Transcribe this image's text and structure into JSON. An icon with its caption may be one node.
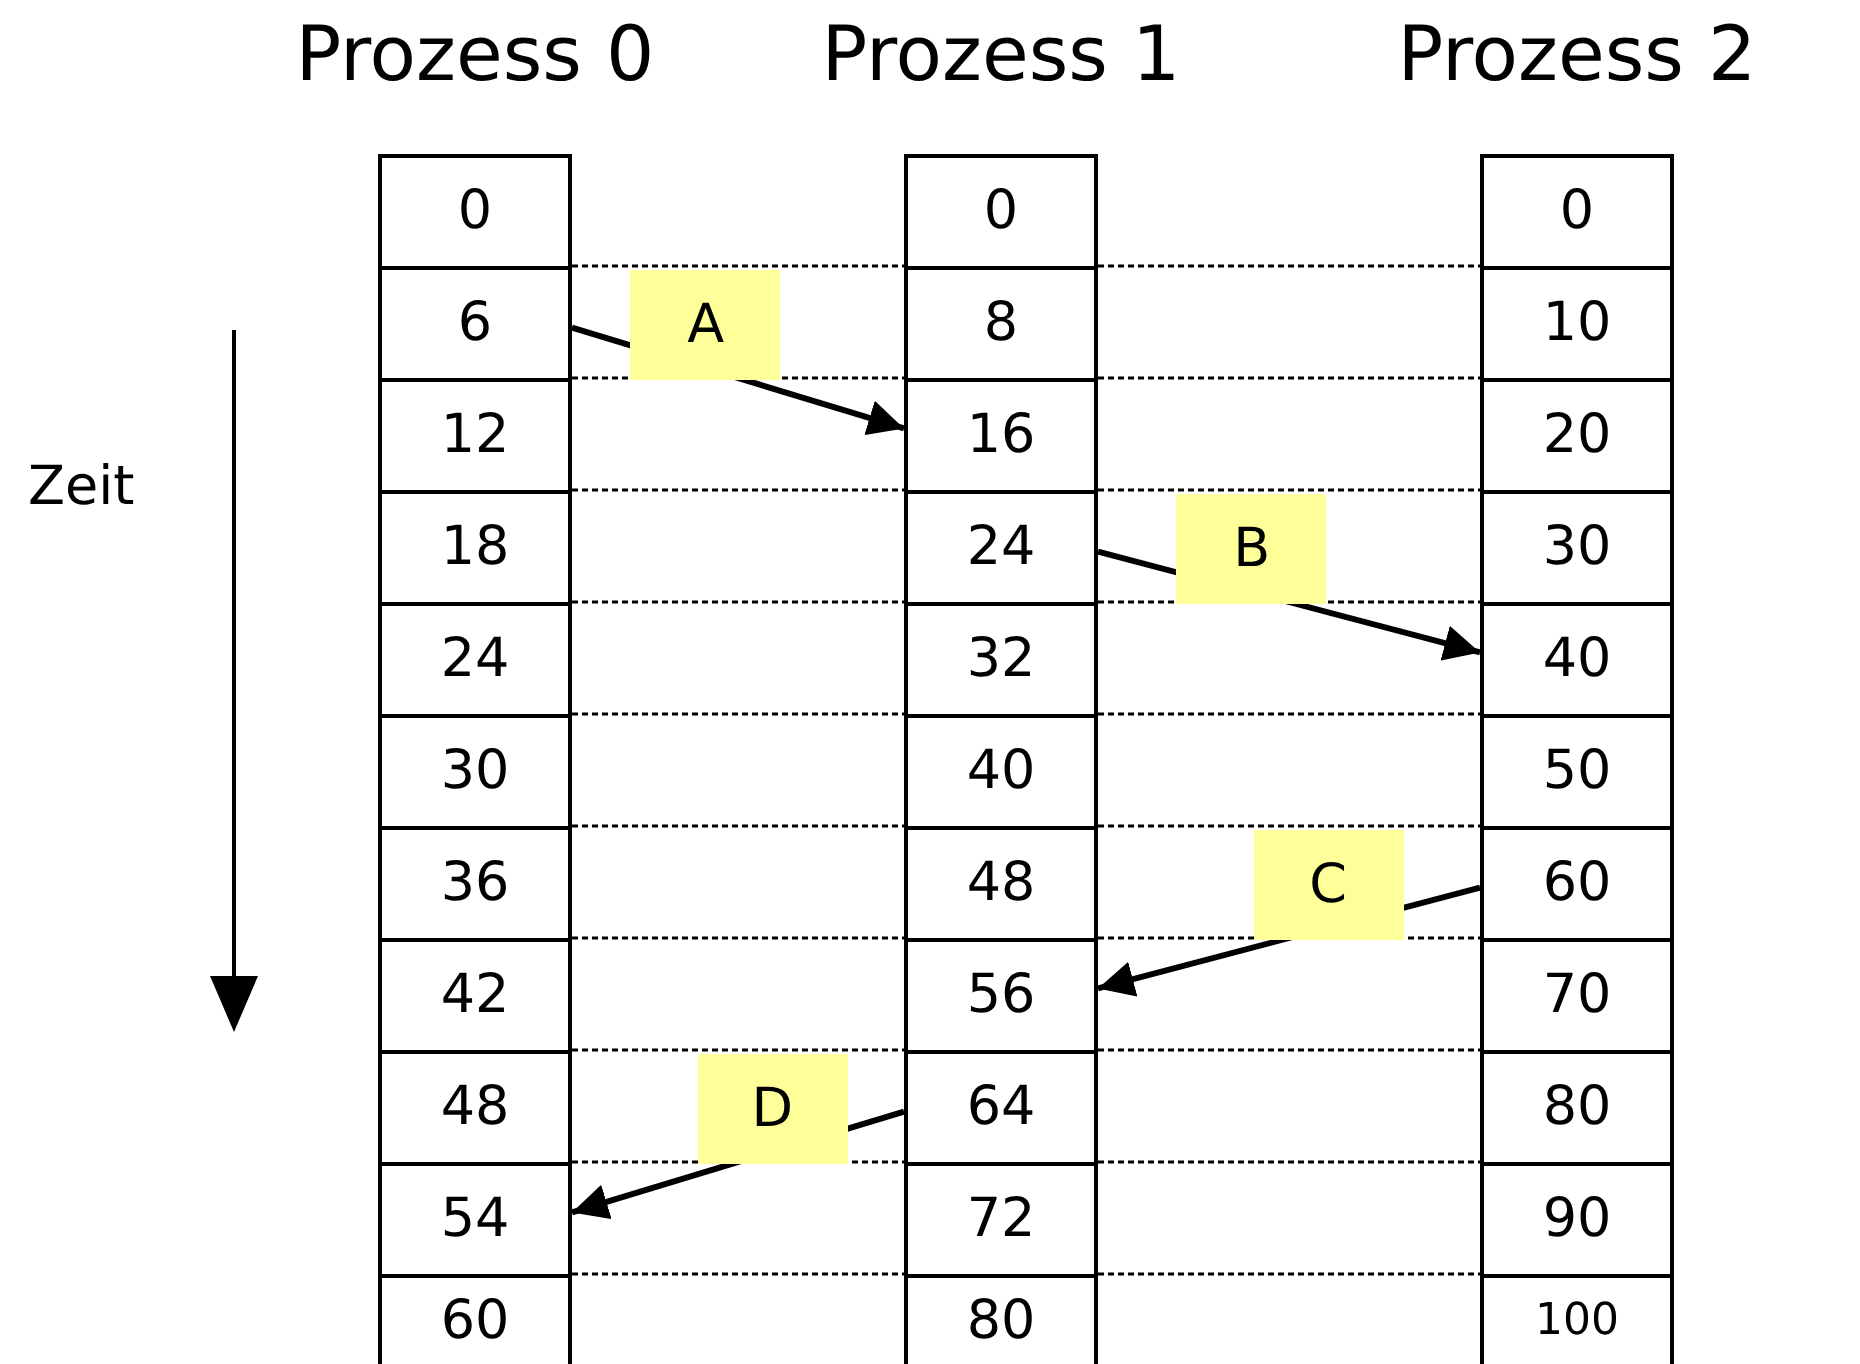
{
  "diagram": {
    "nodes": [
      {
        "text": [
          "Prozess 0"
        ]
      },
      {
        "text": [
          "0"
        ],
        "in": 0
      },
      {
        "text": [
          "6"
        ],
        "in": 0
      },
      {
        "text": [
          "12"
        ],
        "in": 0
      },
      {
        "text": [
          "18"
        ],
        "in": 0
      },
      {
        "text": [
          "24"
        ],
        "in": 0
      },
      {
        "text": [
          "30"
        ],
        "in": 0
      },
      {
        "text": [
          "36"
        ],
        "in": 0
      },
      {
        "text": [
          "42"
        ],
        "in": 0
      },
      {
        "text": [
          "48"
        ],
        "in": 0
      },
      {
        "text": [
          "54"
        ],
        "in": 0
      },
      {
        "text": [
          "60"
        ],
        "in": 0
      },
      {
        "text": [
          "Prozess 1"
        ]
      },
      {
        "text": [
          "0"
        ],
        "in": 12
      },
      {
        "text": [
          "8"
        ],
        "in": 12
      },
      {
        "text": [
          "16"
        ],
        "in": 12
      },
      {
        "text": [
          "24"
        ],
        "in": 12
      },
      {
        "text": [
          "32"
        ],
        "in": 12
      },
      {
        "text": [
          "40"
        ],
        "in": 12
      },
      {
        "text": [
          "48"
        ],
        "in": 12
      },
      {
        "text": [
          "56"
        ],
        "in": 12
      },
      {
        "text": [
          "64"
        ],
        "in": 12
      },
      {
        "text": [
          "72"
        ],
        "in": 12
      },
      {
        "text": [
          "80"
        ],
        "in": 12
      },
      {
        "text": [
          "Prozess 2"
        ]
      },
      {
        "text": [
          "0"
        ],
        "in": 24
      },
      {
        "text": [
          "10"
        ],
        "in": 24
      },
      {
        "text": [
          "20"
        ],
        "in": 24
      },
      {
        "text": [
          "30"
        ],
        "in": 24
      },
      {
        "text": [
          "40"
        ],
        "in": 24
      },
      {
        "text": [
          "50"
        ],
        "in": 24
      },
      {
        "text": [
          "60"
        ],
        "in": 24
      },
      {
        "text": [
          "70"
        ],
        "in": 24
      },
      {
        "text": [
          "80"
        ],
        "in": 24
      },
      {
        "text": [
          "90"
        ],
        "in": 24
      },
      {
        "text": [
          "100"
        ],
        "in": 24
      }
    ],
    "edges": [
      {
        "from": 2,
        "to": 15,
        "arrow": "to",
        "label": "A"
      },
      {
        "from": 16,
        "to": 29,
        "arrow": "to",
        "label": "B"
      },
      {
        "from": 31,
        "to": 20,
        "arrow": "to",
        "label": "C"
      },
      {
        "from": 21,
        "to": 10,
        "arrow": "to",
        "label": "D"
      }
    ],
    "labels": [
      "Zeit"
    ]
  }
}
